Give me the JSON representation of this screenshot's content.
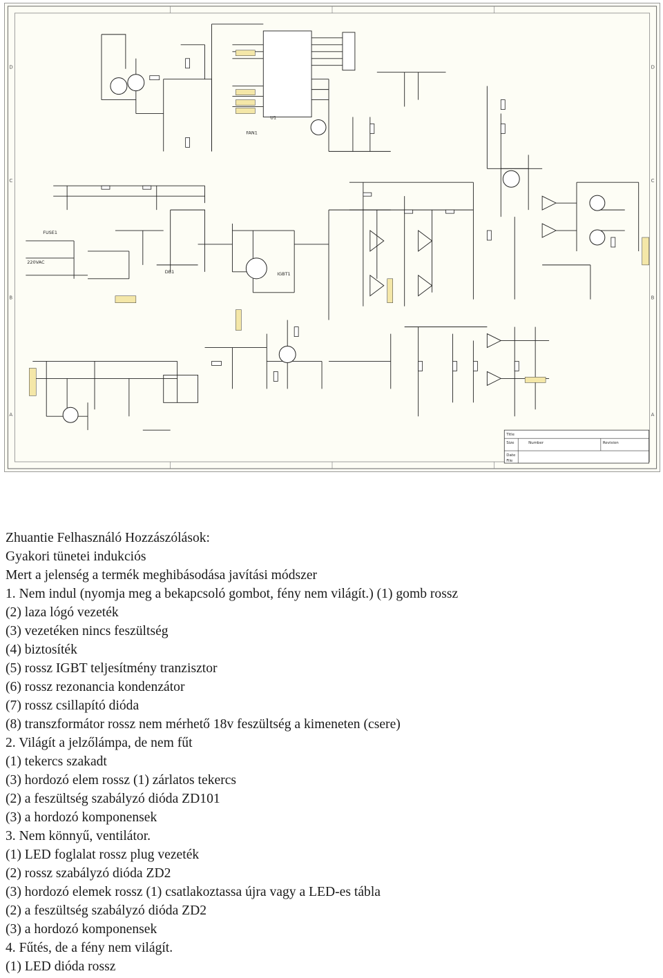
{
  "schematic": {
    "grid_letters": [
      "D",
      "C",
      "B",
      "A"
    ],
    "labels": {
      "fuse": "FUSE1",
      "ac_input": "220VAC",
      "bridge": "DB1",
      "igbt": "IGBT1",
      "mcu": "U1",
      "fan": "FAN1",
      "title_block_title": "Title",
      "title_block_size": "Size",
      "title_block_number": "Number",
      "title_block_revision": "Revision",
      "title_block_date": "Date",
      "title_block_file": "File"
    }
  },
  "text": {
    "lines": [
      "Zhuantie Felhasználó Hozzászólások:",
      "Gyakori tünetei indukciós",
      "Mert a jelenség a termék meghibásodása javítási módszer",
      "1. Nem indul (nyomja meg a bekapcsoló gombot, fény nem világít.) (1) gomb rossz",
      "(2) laza  lógó vezeték",
      "(3) vezetéken nincs feszültség",
      "(4) biztosíték",
      "(5) rossz IGBT teljesítmény tranzisztor",
      "(6) rossz rezonancia kondenzátor",
      "(7) rossz csillapító  dióda",
      "(8) transzformátor rossz nem mérhető 18v feszültség a kimeneten (csere)",
      "2. Világít a  jelzőlámpa, de nem fűt",
      "(1) tekercs szakadt",
      "(3) hordozó elem rossz (1) zárlatos tekercs",
      "(2) a feszültség szabályzó dióda ZD101",
      "(3) a hordozó komponensek",
      "3. Nem könnyű, ventilátor.",
      "(1) LED foglalat rossz plug vezeték",
      "(2) rossz szabályzó dióda ZD2",
      "(3) hordozó elemek rossz (1) csatlakoztassa újra vagy a LED-es tábla",
      "(2) a feszültség szabályzó dióda ZD2",
      "(3) a hordozó komponensek",
      "4. Fűtés, de a fény nem világít.",
      "(1) LED dióda rossz"
    ]
  }
}
